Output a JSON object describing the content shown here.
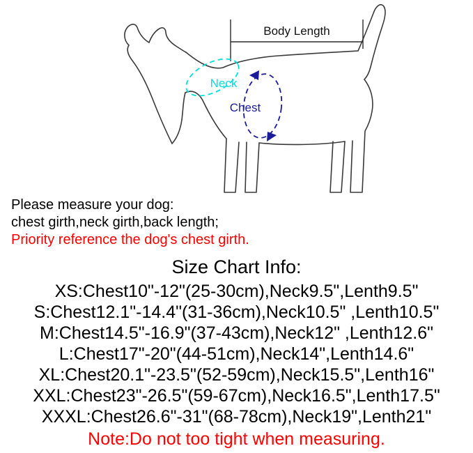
{
  "diagram": {
    "body_length_label": "Body Length",
    "neck_label": "Neck",
    "chest_label": "Chest"
  },
  "colors": {
    "outline": "#3a3a3a",
    "neck": "#00dede",
    "chest": "#1b1b9a",
    "red": "#ff0000"
  },
  "instructions": {
    "line1": "Please measure your dog:",
    "line2": "chest girth,neck girth,back length;",
    "line3": "Priority reference the dog's chest girth."
  },
  "size_chart": {
    "title": "Size Chart Info:",
    "rows": [
      "XS:Chest10\"-12\"(25-30cm),Neck9.5\",Lenth9.5\"",
      "S:Chest12.1\"-14.4\"(31-36cm),Neck10.5\" ,Lenth10.5\"",
      "M:Chest14.5\"-16.9\"(37-43cm),Neck12\" ,Lenth12.6\"",
      "L:Chest17\"-20\"(44-51cm),Neck14\",Lenth14.6\"",
      "XL:Chest20.1\"-23.5\"(52-59cm),Neck15.5\",Lenth16\"",
      "XXL:Chest23\"-26.5\"(59-67cm),Neck16.5\",Lenth17.5\"",
      "XXXL:Chest26.6\"-31\"(68-78cm),Neck19\",Lenth21\""
    ],
    "note": "Note:Do not too tight when measuring."
  }
}
